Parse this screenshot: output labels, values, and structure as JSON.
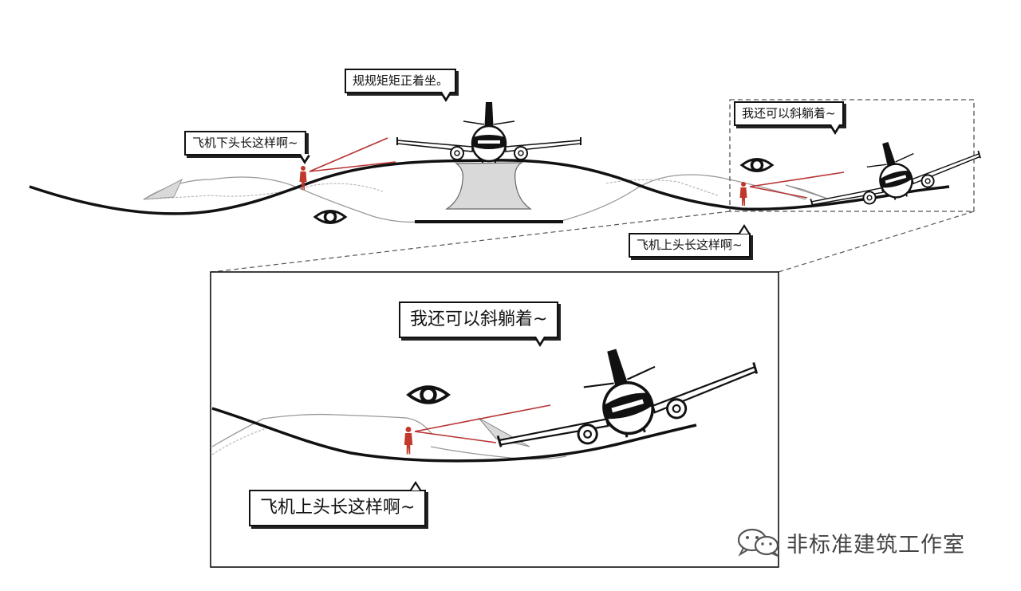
{
  "labels": {
    "sit_upright": "规规矩矩正着坐。",
    "head_down": "飞机下头长这样啊~",
    "lie_tilted": "我还可以斜躺着~",
    "head_up": "飞机上头长这样啊~",
    "zoom_lie_tilted": "我还可以斜躺着~",
    "zoom_head_up": "飞机上头长这样啊~"
  },
  "watermark": {
    "text": "非标准建筑工作室",
    "icon": "wechat-icon"
  },
  "colors": {
    "outline": "#111111",
    "sightline": "#b83232",
    "person": "#c0392b",
    "fill_gray": "#d9d9d9",
    "dashed_frame": "#555555"
  }
}
